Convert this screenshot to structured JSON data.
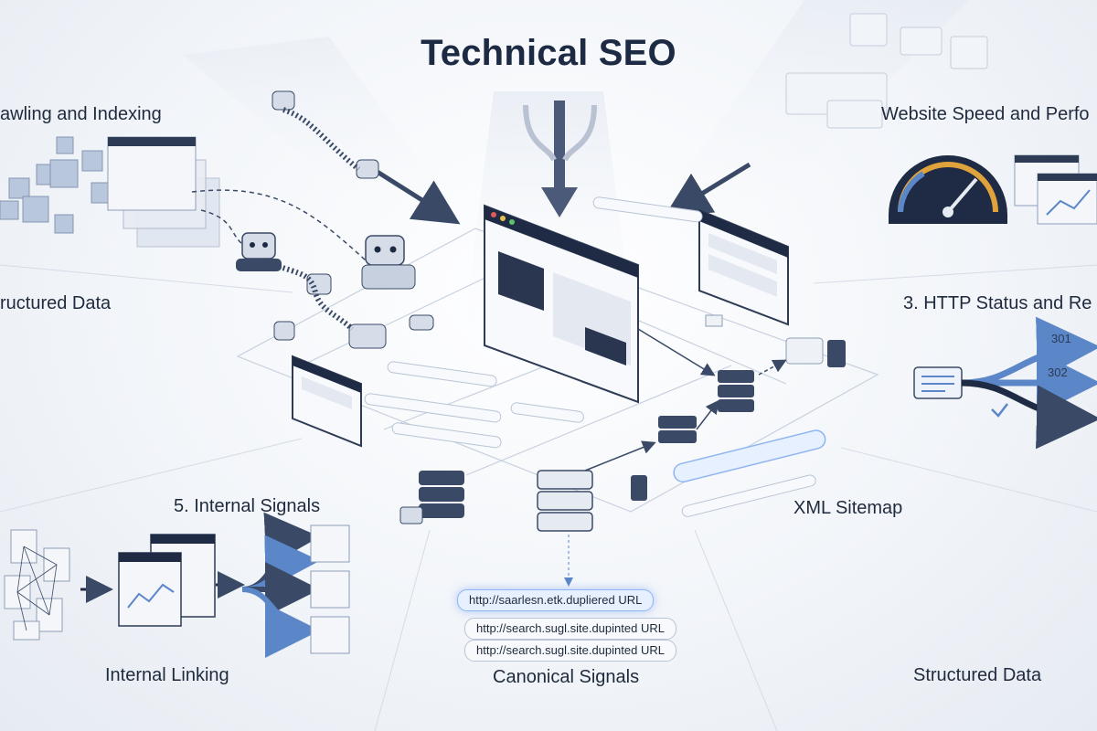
{
  "title": "Technical SEO",
  "sections": {
    "crawling": "awling and Indexing",
    "speed": "Website Speed and Perfo",
    "structured_top": "ructured Data",
    "http_status": "3. HTTP Status and Re",
    "internal_signals": "5. Internal Signals",
    "xml_sitemap": "XML Sitemap",
    "internal_linking": "Internal Linking",
    "canonical": "Canonical Signals",
    "structured_bottom": "Structured Data"
  },
  "redirects": {
    "code_301": "301",
    "code_302": "302"
  },
  "canonical_urls": [
    "http://saarlesn.etk.dupliered URL",
    "http://search.sugl.site.dupinted URL",
    "http://search.sugl.site.dupinted URL"
  ],
  "colors": {
    "navy": "#1d2a44",
    "accent_blue": "#5b86c8",
    "panel_gray": "#e4e9f1",
    "glow_blue": "#8fb4f2"
  }
}
